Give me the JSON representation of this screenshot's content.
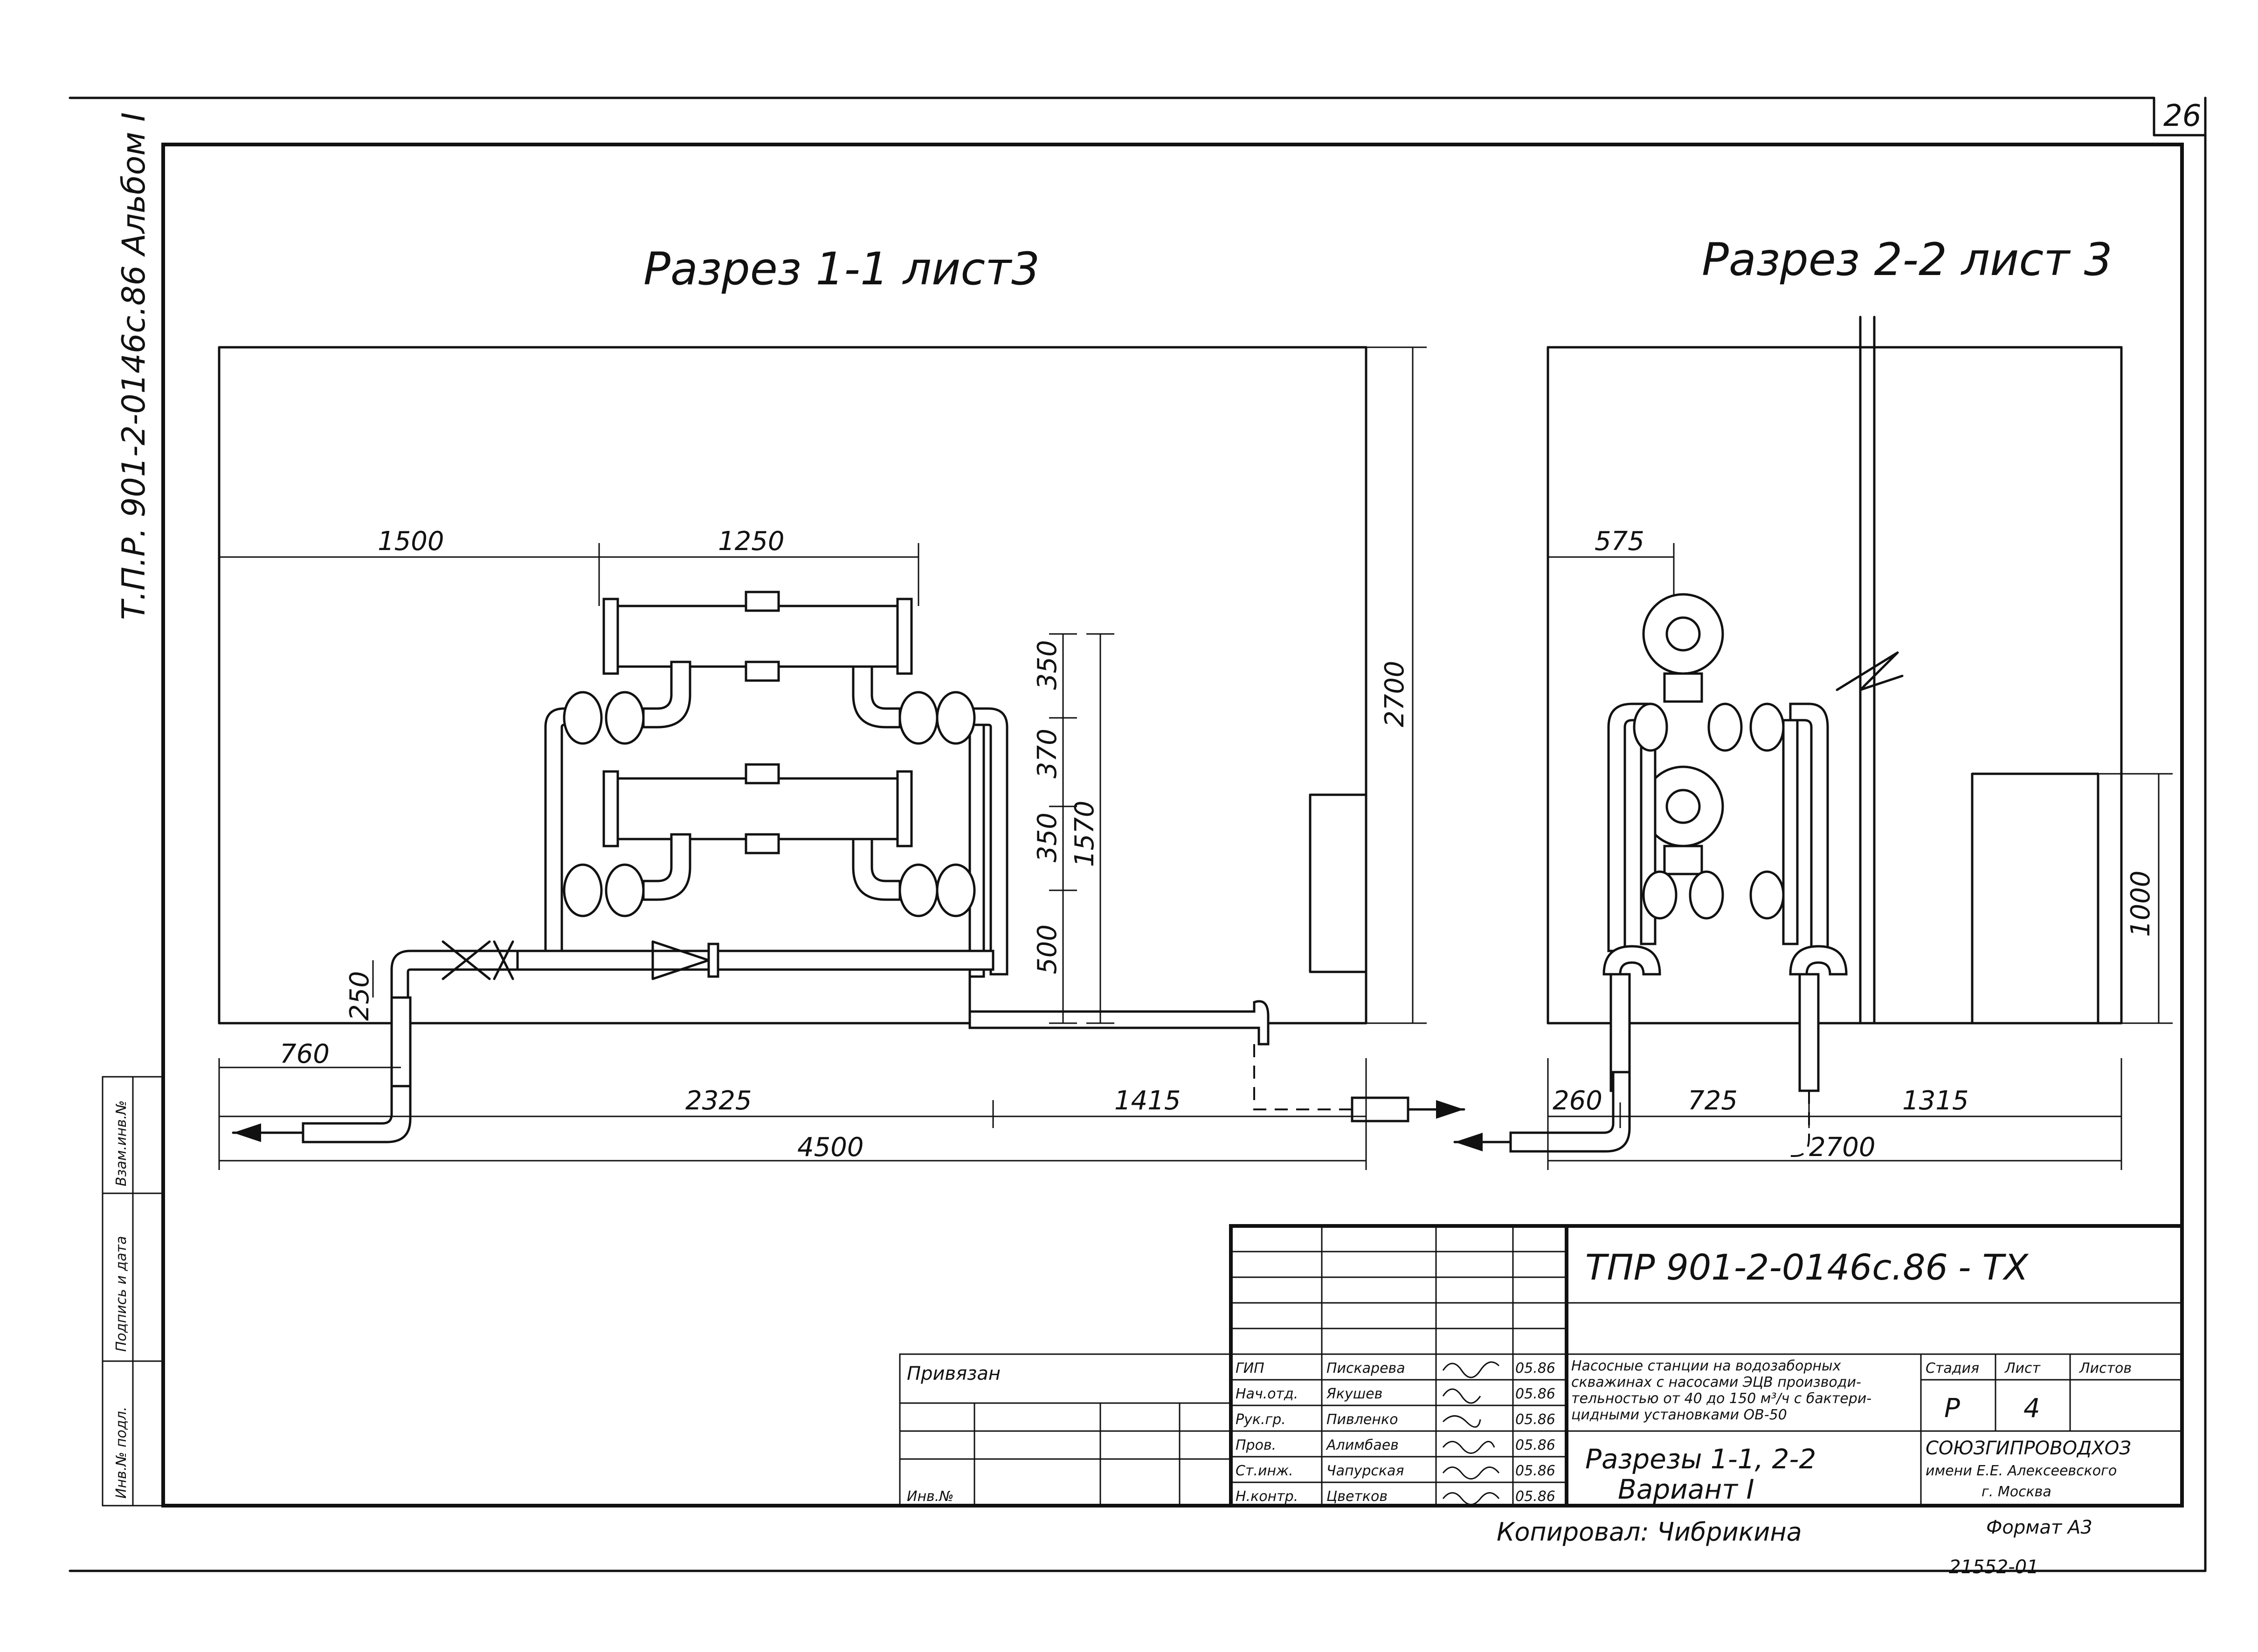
{
  "sheet": {
    "page_number": "26",
    "side_label": "Т.П.Р. 901-2-0146с.86  Альбом I",
    "left_stamp": [
      "Инв.№ подл.",
      "Подпись и дата",
      "Взам.инв.№"
    ]
  },
  "section_1": {
    "title": "Разрез 1-1 лист3",
    "dimensions": {
      "d1500": "1500",
      "d1250": "1250",
      "d350a": "350",
      "d370": "370",
      "d350b": "350",
      "d500": "500",
      "d1570": "1570",
      "d2700": "2700",
      "d250": "250",
      "d760": "760",
      "d2325": "2325",
      "d1415": "1415",
      "d4500": "4500"
    }
  },
  "section_2": {
    "title": "Разрез 2-2 лист 3",
    "dimensions": {
      "d575": "575",
      "d1000": "1000",
      "d260": "260",
      "d725": "725",
      "d1315": "1315",
      "d2700": "2700"
    }
  },
  "title_block": {
    "doc_code": "ТПР 901-2-0146с.86",
    "doc_suffix": "- ТХ",
    "privyazan": "Привязан",
    "inv_no": "Инв.№",
    "roles": [
      "ГИП",
      "Нач.отд.",
      "Рук.гр.",
      "Пров.",
      "Ст.инж.",
      "Н.контр."
    ],
    "names": [
      "Пискарева",
      "Якушев",
      "Пивленко",
      "Алимбаев",
      "Чапурская",
      "Цветков"
    ],
    "dates": [
      "05.86",
      "05.86",
      "05.86",
      "05.86",
      "05.86",
      "05.86"
    ],
    "description": [
      "Насосные станции на водозаборных",
      "скважинах с насосами ЭЦВ производи-",
      "тельностью от 40 до 150 м³/ч с бактери-",
      "цидными установками ОВ-50"
    ],
    "sheet_title": "Разрезы 1-1, 2-2",
    "variant": "Вариант I",
    "stage_label": "Стадия",
    "sheet_label": "Лист",
    "sheets_label": "Листов",
    "stage": "Р",
    "sheet_no": "4",
    "org": [
      "СОЮЗГИПРОВОДХОЗ",
      "имени Е.Е. Алексеевского",
      "г. Москва"
    ],
    "copied": "Копировал: Чибрикина",
    "format": "Формат А3",
    "archive_no": "21552-01"
  }
}
